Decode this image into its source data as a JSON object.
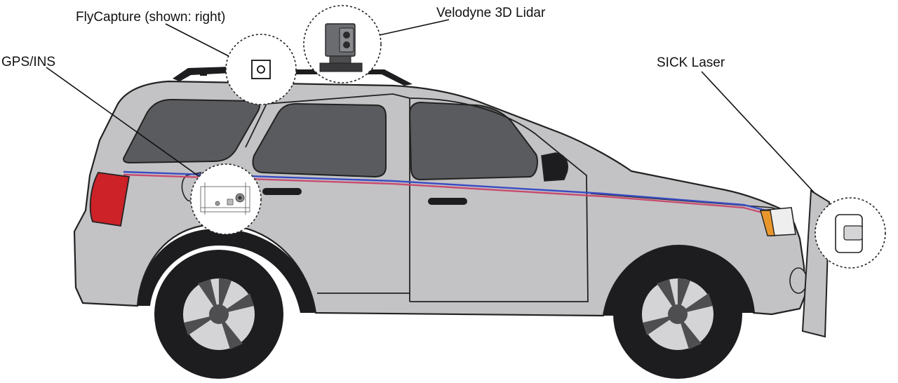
{
  "labels": {
    "flycapture": "FlyCapture (shown: right)",
    "velodyne": "Velodyne 3D Lidar",
    "gps": "GPS/INS",
    "sick": "SICK Laser"
  },
  "colors": {
    "body": "#c3c3c5",
    "outline": "#222222",
    "window": "#5a5b5e",
    "tire": "#1d1d1f",
    "rim": "#d4d4d6",
    "rim_spoke": "#4e4e50",
    "taillight": "#cc2228",
    "turn_signal": "#e8962c",
    "stripe_blue": "#3a4cc4",
    "stripe_red": "#c84c70"
  }
}
